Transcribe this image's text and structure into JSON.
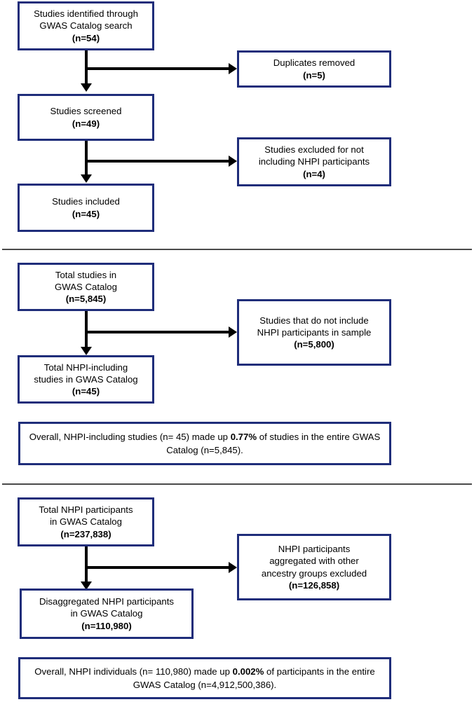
{
  "figure": {
    "title": "NHPI representation in the GWAS Catalog flow diagram",
    "accent_border_color": "#1f2d7a",
    "connector_color": "#000000",
    "divider_color": "#4a4a4a",
    "background_color": "#ffffff"
  },
  "sections": [
    {
      "id": "study-selection",
      "nodes": {
        "identified": {
          "line1": "Studies identified through",
          "line2": "GWAS Catalog search",
          "count": "(n=54)"
        },
        "duplicates": {
          "line1": "Duplicates removed",
          "count": "(n=5)"
        },
        "screened": {
          "line1": "Studies screened",
          "count": "(n=49)"
        },
        "excluded": {
          "line1": "Studies excluded for not",
          "line2": "including NHPI participants",
          "count": "(n=4)"
        },
        "included": {
          "line1": "Studies included",
          "count": "(n=45)"
        }
      }
    },
    {
      "id": "catalog-studies",
      "nodes": {
        "total_studies": {
          "line1": "Total studies in",
          "line2": "GWAS Catalog",
          "count": "(n=5,845)"
        },
        "not_including": {
          "line1": "Studies that do not include",
          "line2": "NHPI participants in sample",
          "count": "(n=5,800)"
        },
        "nhpi_including": {
          "line1": "Total NHPI-including",
          "line2": "studies in GWAS Catalog",
          "count": "(n=45)"
        }
      },
      "summary": {
        "part1": "Overall, NHPI-including studies (n= 45) made up ",
        "highlight": "0.77%",
        "part2": " of studies in the entire GWAS Catalog (n=5,845)."
      }
    },
    {
      "id": "catalog-participants",
      "nodes": {
        "total_participants": {
          "line1": "Total NHPI participants",
          "line2": "in GWAS Catalog",
          "count": "(n=237,838)"
        },
        "aggregated_excluded": {
          "line1": "NHPI participants",
          "line2": "aggregated with other",
          "line3": "ancestry groups excluded",
          "count": "(n=126,858)"
        },
        "disaggregated": {
          "line1": "Disaggregated NHPI participants",
          "line2": "in GWAS Catalog",
          "count": "(n=110,980)"
        }
      },
      "summary": {
        "part1": "Overall, NHPI individuals (n= 110,980) made up ",
        "highlight": "0.002%",
        "part2": " of participants in the entire GWAS Catalog (n=4,912,500,386)."
      }
    }
  ],
  "chart_data": {
    "type": "diagram",
    "title": "NHPI representation in the GWAS Catalog",
    "flows": [
      {
        "section": "study-selection",
        "steps": [
          {
            "label": "Studies identified through GWAS Catalog search",
            "n": 54
          },
          {
            "label": "Studies screened",
            "n": 49
          },
          {
            "label": "Studies included",
            "n": 45
          }
        ],
        "exclusions": [
          {
            "label": "Duplicates removed",
            "n": 5
          },
          {
            "label": "Studies excluded for not including NHPI participants",
            "n": 4
          }
        ]
      },
      {
        "section": "catalog-studies",
        "steps": [
          {
            "label": "Total studies in GWAS Catalog",
            "n": 5845
          },
          {
            "label": "Total NHPI-including studies in GWAS Catalog",
            "n": 45
          }
        ],
        "exclusions": [
          {
            "label": "Studies that do not include NHPI participants in sample",
            "n": 5800
          }
        ],
        "percent": 0.77
      },
      {
        "section": "catalog-participants",
        "steps": [
          {
            "label": "Total NHPI participants in GWAS Catalog",
            "n": 237838
          },
          {
            "label": "Disaggregated NHPI participants in GWAS Catalog",
            "n": 110980
          }
        ],
        "exclusions": [
          {
            "label": "NHPI participants aggregated with other ancestry groups excluded",
            "n": 126858
          }
        ],
        "percent": 0.002,
        "denominator": 4912500386
      }
    ]
  }
}
